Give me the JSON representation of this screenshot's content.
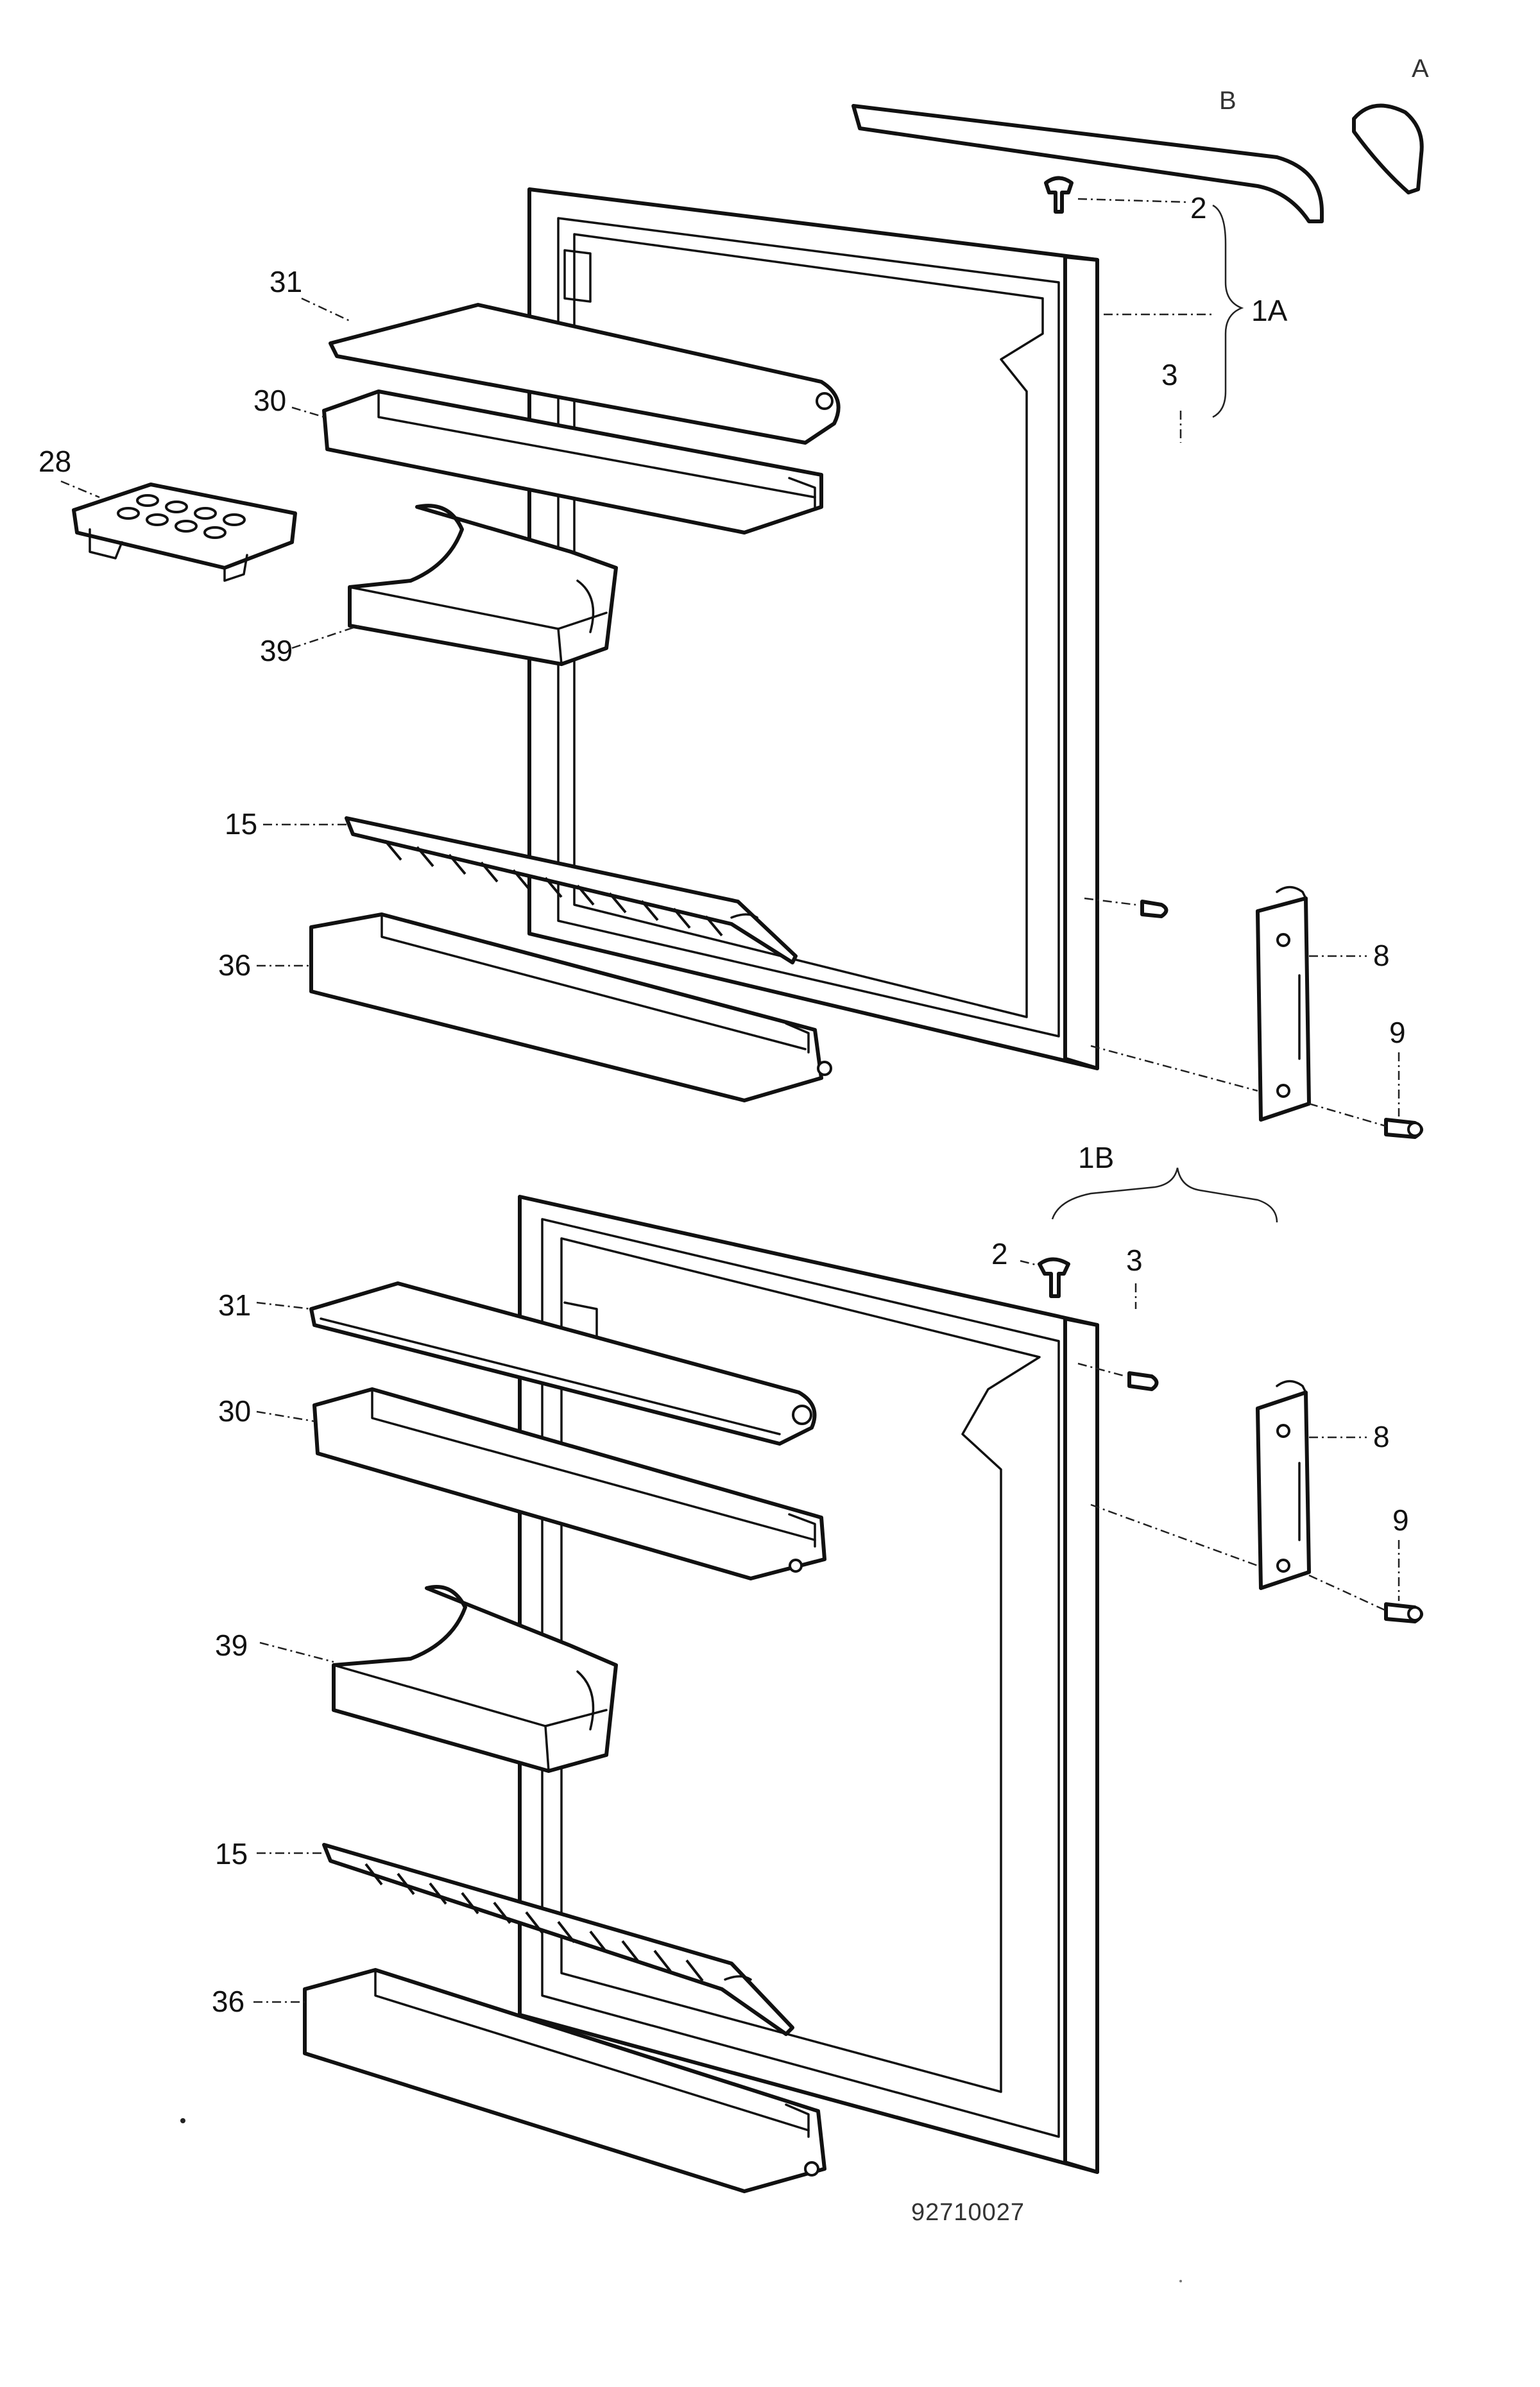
{
  "labels": {
    "top_B": "B",
    "top_A": "A",
    "upper_2": "2",
    "upper_1A": "1A",
    "upper_3": "3",
    "upper_31": "31",
    "upper_30": "30",
    "upper_28": "28",
    "upper_39": "39",
    "upper_15": "15",
    "upper_36": "36",
    "upper_8": "8",
    "upper_9": "9",
    "lower_1B": "1B",
    "lower_2": "2",
    "lower_3": "3",
    "lower_31": "31",
    "lower_30": "30",
    "lower_39": "39",
    "lower_15": "15",
    "lower_36": "36",
    "lower_8": "8",
    "lower_9": "9"
  },
  "drawing_number": "92710027"
}
